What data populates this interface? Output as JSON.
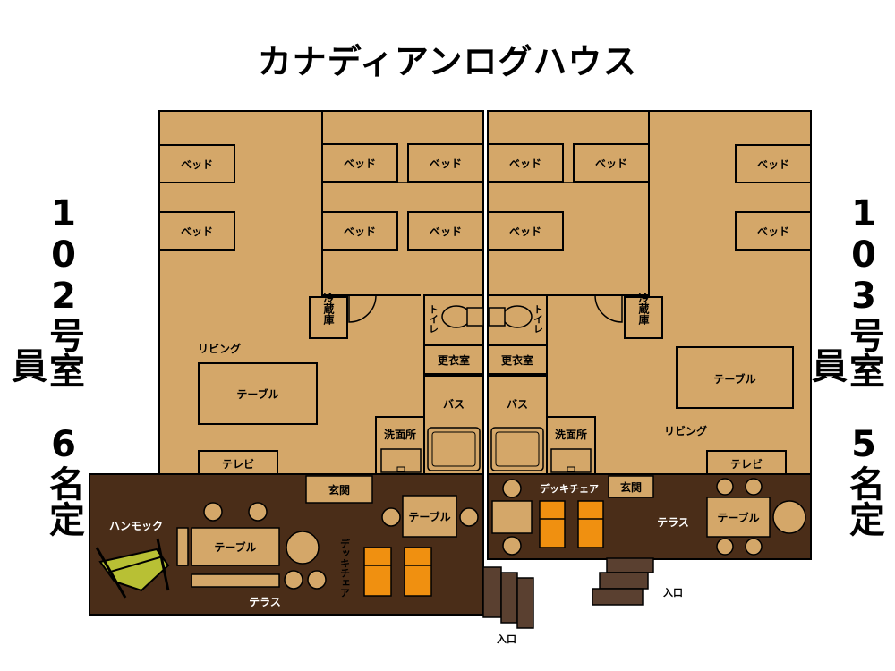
{
  "title": "カナディアンログハウス",
  "units": {
    "left": {
      "label": "102号室　6名定員"
    },
    "right": {
      "label": "103号室　5名定員"
    }
  },
  "rooms": {
    "bed": "ベッド",
    "fridge": "冷蔵庫",
    "toilet": "トイレ",
    "dressing": "更衣室",
    "bath": "バス",
    "washroom": "洗面所",
    "living": "リビング",
    "table": "テーブル",
    "tv": "テレビ",
    "entrance_hall": "玄関",
    "hammock": "ハンモック",
    "terrace": "テラス",
    "deck_chair": "デッキチェア",
    "entrance": "入口"
  },
  "colors": {
    "floor": "#d4a769",
    "terrace": "#4a2d18",
    "chair": "#f09010",
    "step": "#5a4030",
    "hammock": "#b8c034"
  }
}
